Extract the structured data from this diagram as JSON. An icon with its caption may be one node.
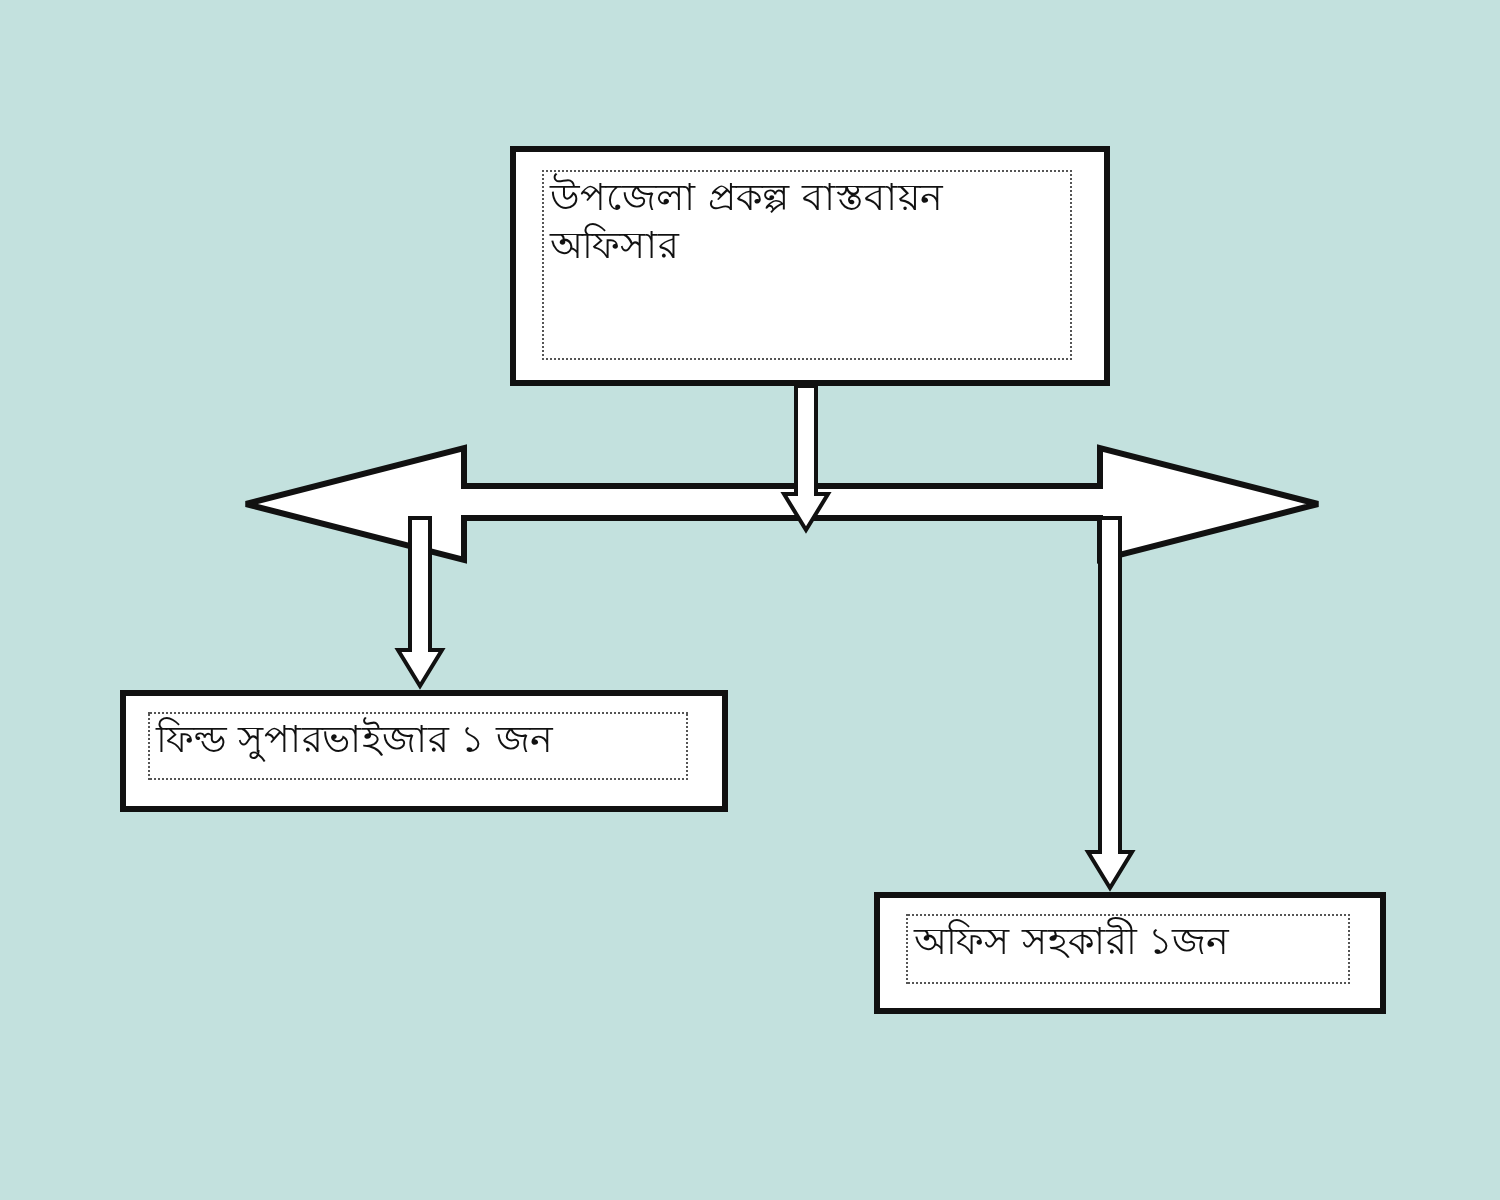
{
  "diagram": {
    "nodes": [
      {
        "text": [
          "উপজেলা প্রকল্প বাস্তবায়ন অফিসার"
        ]
      },
      {
        "text": [],
        "shape": "bar"
      },
      {
        "text": [
          "ফিল্ড সুপারভাইজার ১ জন"
        ]
      },
      {
        "text": [
          "অফিস সহকারী ১জন"
        ]
      }
    ],
    "edges": [
      {
        "from": 0,
        "to": 1,
        "arrow": "to"
      },
      {
        "from": 1,
        "to": 2,
        "arrow": "to"
      },
      {
        "from": 1,
        "to": 3,
        "arrow": "to"
      }
    ]
  }
}
